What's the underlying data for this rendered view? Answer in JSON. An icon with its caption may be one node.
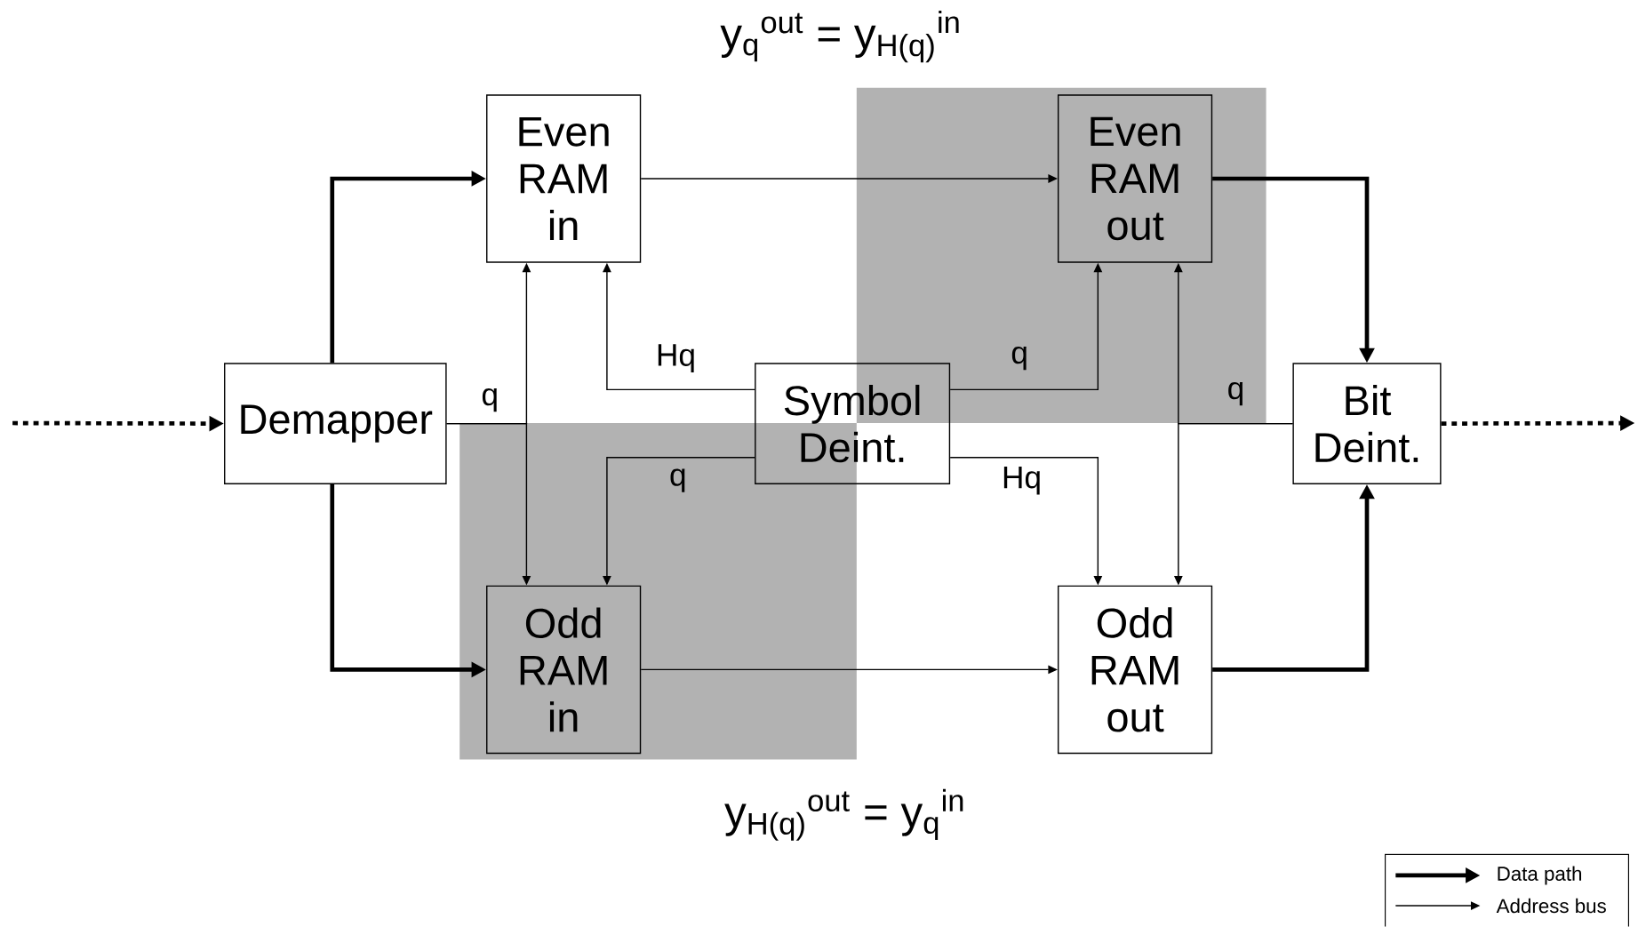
{
  "diagram": {
    "nodes": [
      {
        "text": [
          "Even RAM in"
        ]
      },
      {
        "text": [
          "Even RAM out"
        ]
      },
      {
        "text": [
          "Demapper"
        ]
      },
      {
        "text": [
          "Symbol Deint."
        ]
      },
      {
        "text": [
          "Bit Deint."
        ]
      },
      {
        "text": [
          "Odd RAM in"
        ]
      },
      {
        "text": [
          "Odd RAM out"
        ]
      }
    ],
    "edges": [
      {
        "from": null,
        "to": 2,
        "arrow": "to",
        "style": "dashed"
      },
      {
        "from": 4,
        "to": null,
        "arrow": "to",
        "style": "dashed"
      },
      {
        "from": 2,
        "to": 0,
        "arrow": "to",
        "style": "thick"
      },
      {
        "from": 2,
        "to": 5,
        "arrow": "to",
        "style": "thick"
      },
      {
        "from": 0,
        "to": 1,
        "arrow": "to"
      },
      {
        "from": 5,
        "to": 6,
        "arrow": "to"
      },
      {
        "from": 1,
        "to": 4,
        "arrow": "to",
        "style": "thick"
      },
      {
        "from": 6,
        "to": 4,
        "arrow": "to",
        "style": "thick"
      },
      {
        "from": 2,
        "to": 0,
        "arrow": "to",
        "label": "q"
      },
      {
        "from": 2,
        "to": 5,
        "arrow": "to"
      },
      {
        "from": 3,
        "to": 0,
        "arrow": "to",
        "label": "Hq"
      },
      {
        "from": 3,
        "to": 5,
        "arrow": "to",
        "label": "q"
      },
      {
        "from": 3,
        "to": 1,
        "arrow": "to",
        "label": "q"
      },
      {
        "from": 3,
        "to": 6,
        "arrow": "to",
        "label": "Hq"
      },
      {
        "from": 4,
        "to": 1,
        "arrow": "to",
        "label": "q"
      },
      {
        "from": 4,
        "to": 6,
        "arrow": "to"
      }
    ],
    "labels": [
      "y$_{q}$$^{out}$ = y$_{H(q)}$$^{in}$",
      "y$_{H(q)}$$^{out}$ = y$_{q}$$^{in}$"
    ],
    "legend": [
      {
        "text": "Data path"
      },
      {
        "text": "Address bus"
      }
    ]
  }
}
